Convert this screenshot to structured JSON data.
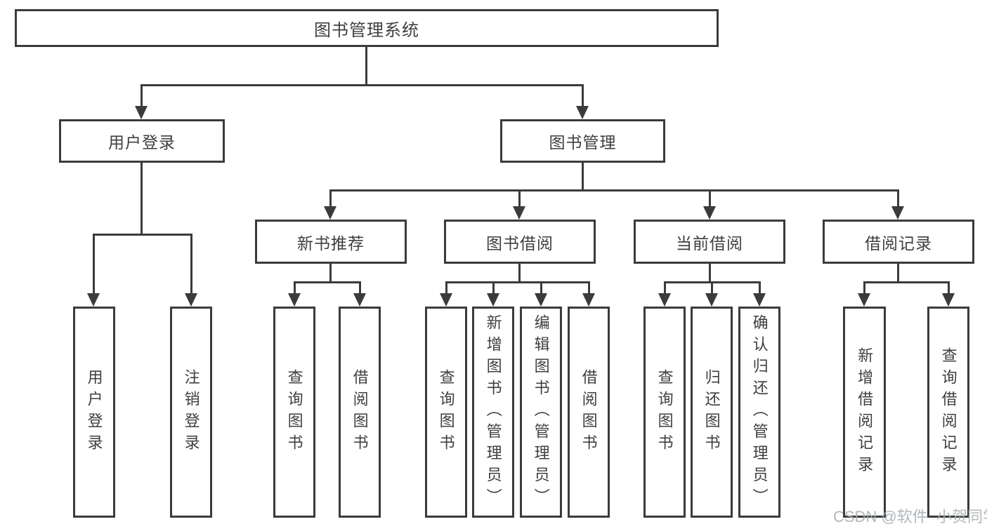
{
  "diagram": {
    "title": "图书管理系统",
    "root": {
      "label": "图书管理系统"
    },
    "branches": [
      {
        "label": "用户登录",
        "children": [
          {
            "label": "用户登录"
          },
          {
            "label": "注销登录"
          }
        ]
      },
      {
        "label": "图书管理",
        "children": [
          {
            "label": "新书推荐",
            "children": [
              {
                "label": "查询图书"
              },
              {
                "label": "借阅图书"
              }
            ]
          },
          {
            "label": "图书借阅",
            "children": [
              {
                "label": "查询图书"
              },
              {
                "label": "新增图书（管理员）"
              },
              {
                "label": "编辑图书（管理员）"
              },
              {
                "label": "借阅图书"
              }
            ]
          },
          {
            "label": "当前借阅",
            "children": [
              {
                "label": "查询图书"
              },
              {
                "label": "归还图书"
              },
              {
                "label": "确认归还（管理员）"
              }
            ]
          },
          {
            "label": "借阅记录",
            "children": [
              {
                "label": "新增借阅记录"
              },
              {
                "label": "查询借阅记录"
              }
            ]
          }
        ]
      }
    ]
  },
  "watermark": {
    "text": "CSDN @软件_小贺同学"
  },
  "colors": {
    "line": "#3b3b3b",
    "text": "#3f3f3f",
    "background": "#ffffff",
    "watermark": "#aaafb4"
  }
}
